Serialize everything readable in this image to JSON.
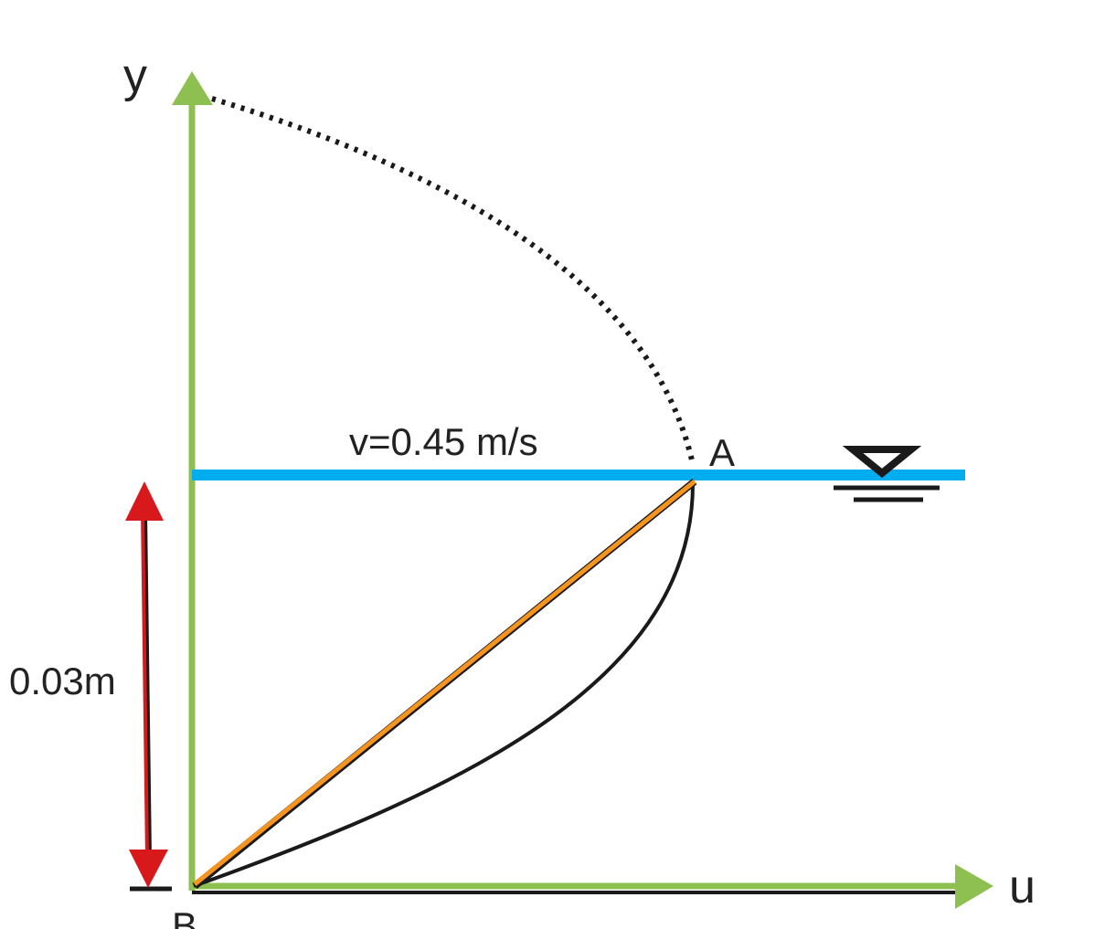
{
  "labels": {
    "y_axis": "y",
    "u_axis": "u",
    "velocity": "v=0.45 m/s",
    "point_a": "A",
    "point_b": "B",
    "depth": "0.03m"
  },
  "colors": {
    "axis": "#8dc050",
    "water_surface": "#00aeef",
    "linear_profile": "#f7941d",
    "curved_profile": "#1a1a1a",
    "depth_arrow": "#d7191c",
    "text": "#222222"
  },
  "icons": {
    "free_surface": "water-level-symbol-icon"
  }
}
